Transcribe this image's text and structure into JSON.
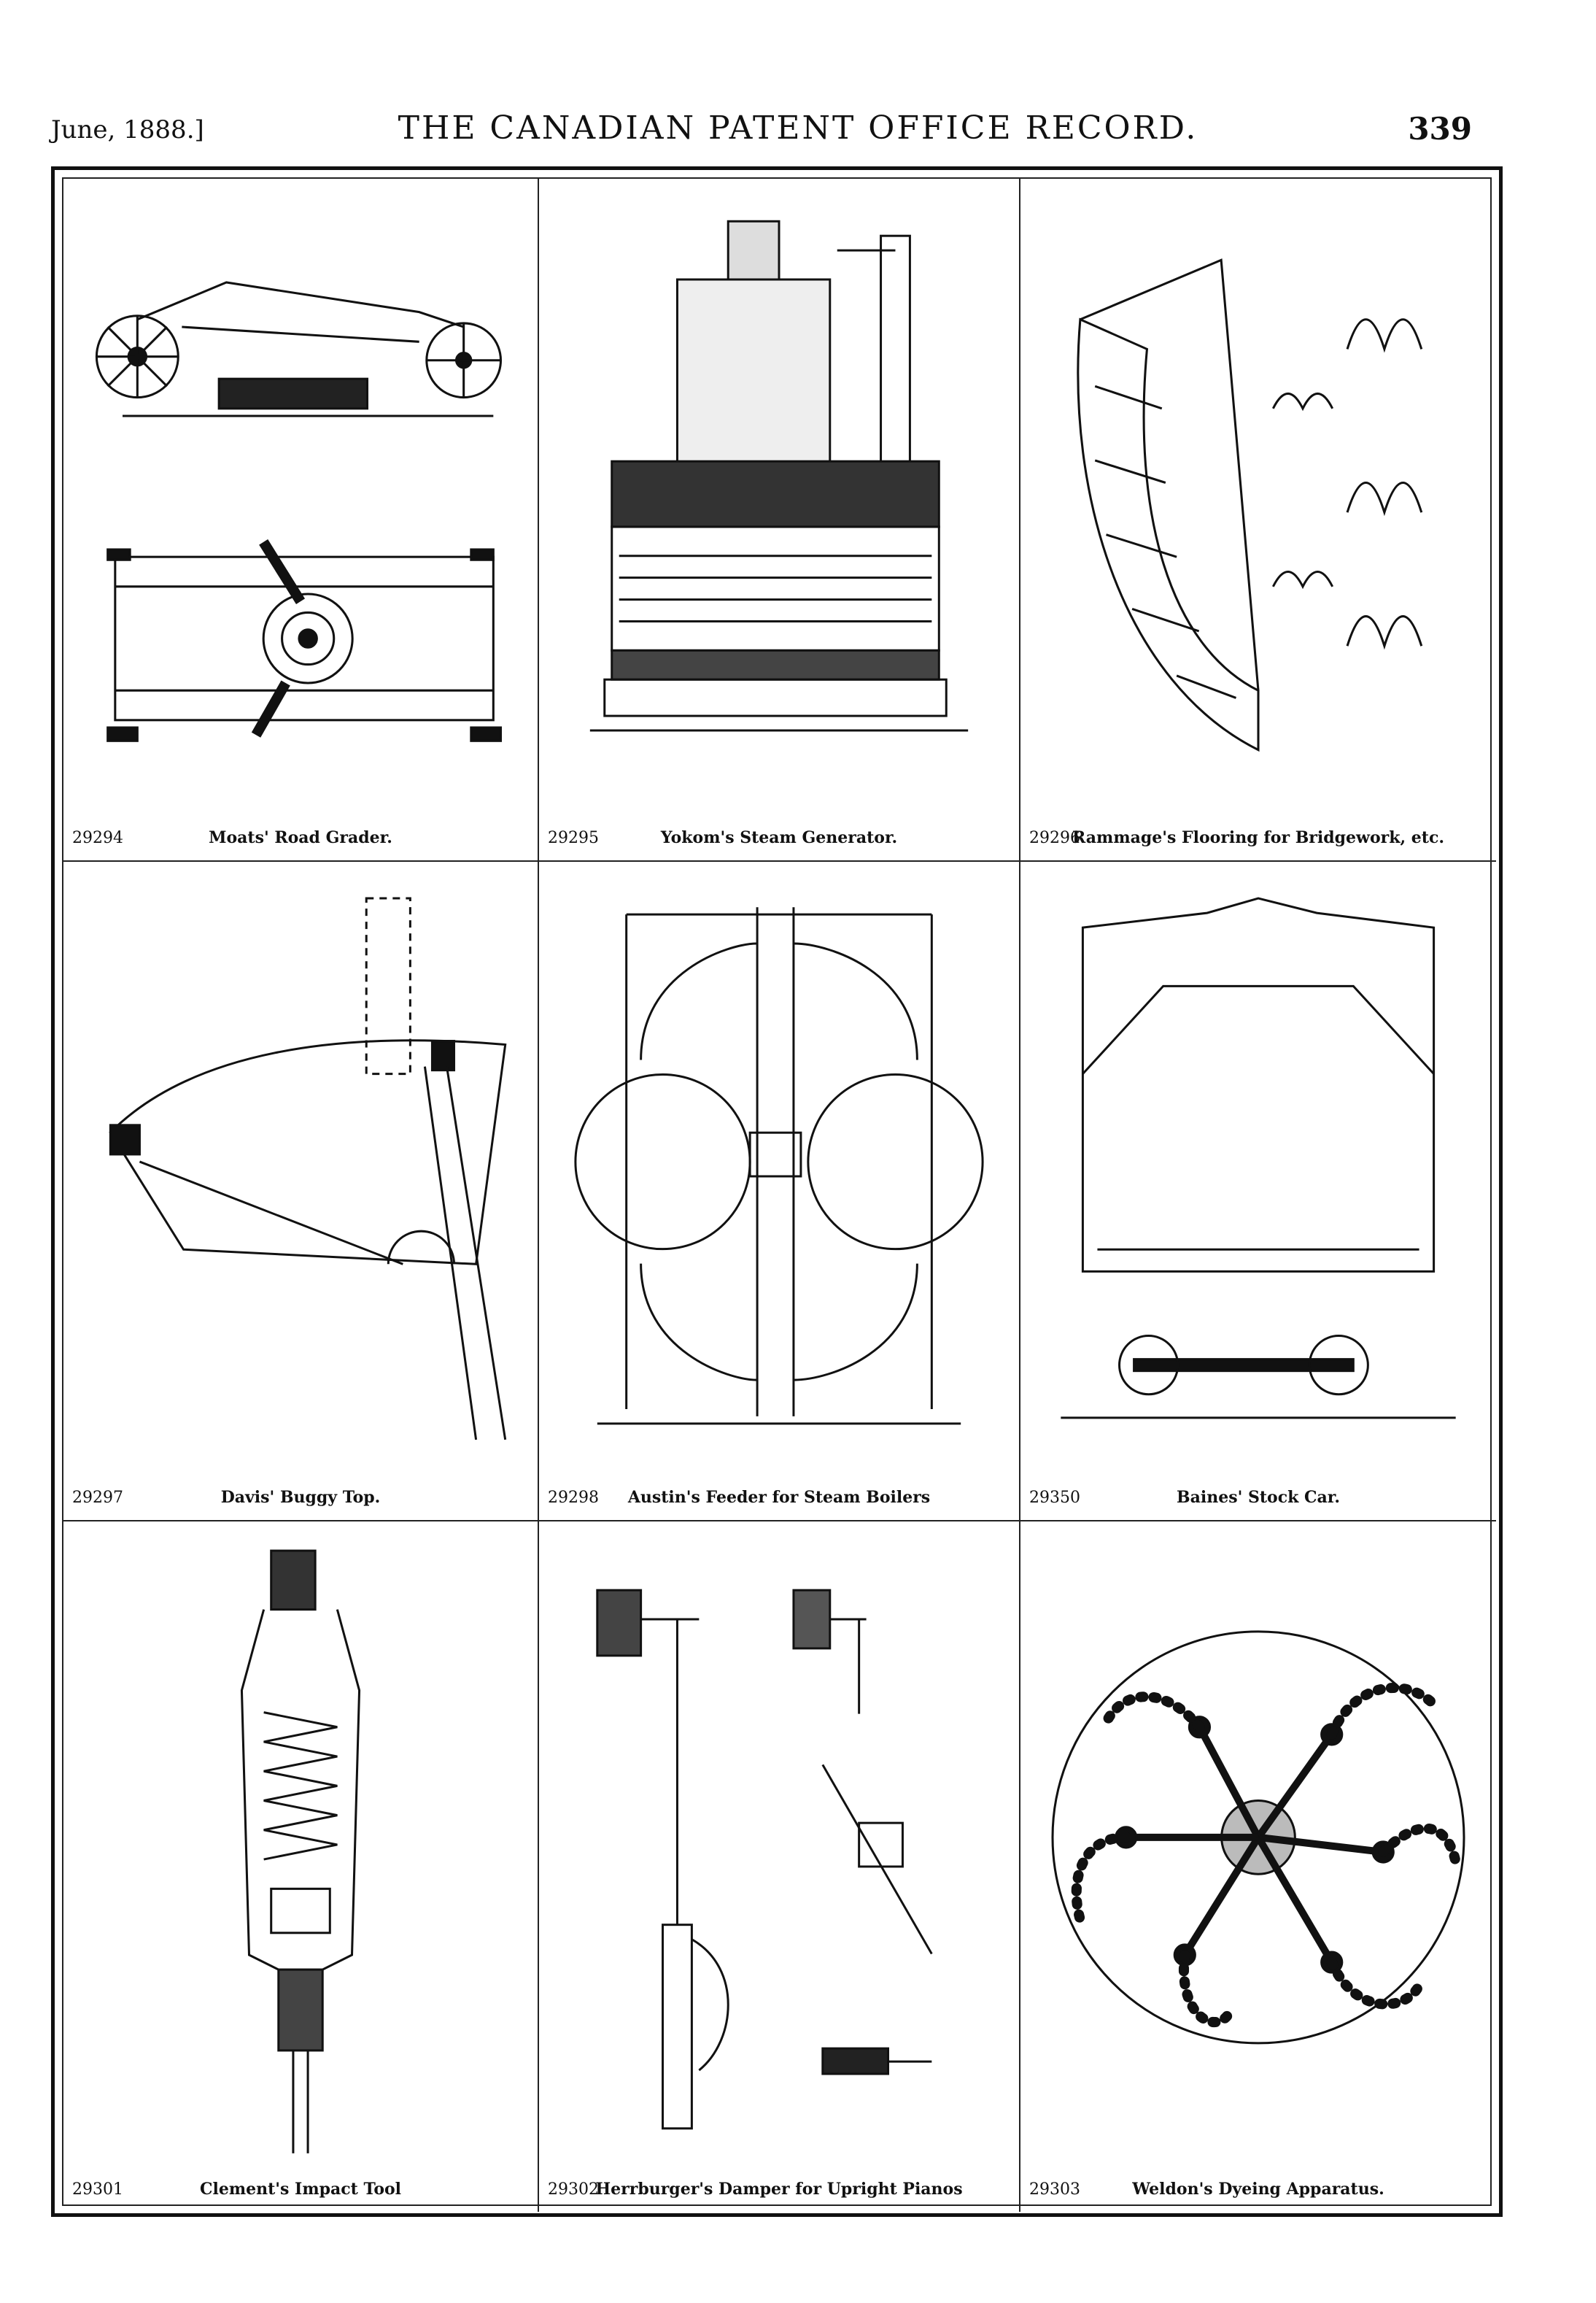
{
  "header": {
    "date": "June, 1888.]",
    "title": "THE CANADIAN PATENT OFFICE RECORD.",
    "page_number": "339"
  },
  "figures": [
    {
      "number": "29294",
      "title": "Moats' Road Grader."
    },
    {
      "number": "29295",
      "title": "Yokom's Steam Generator."
    },
    {
      "number": "29296",
      "title": "Rammage's Flooring for Bridgework, etc."
    },
    {
      "number": "29297",
      "title": "Davis' Buggy Top."
    },
    {
      "number": "29298",
      "title": "Austin's Feeder for Steam Boilers"
    },
    {
      "number": "29350",
      "title": "Baines' Stock Car."
    },
    {
      "number": "29301",
      "title": "Clement's Impact Tool"
    },
    {
      "number": "29302",
      "title": "Herrburger's Damper for Upright Pianos"
    },
    {
      "number": "29303",
      "title": "Weldon's Dyeing Apparatus."
    }
  ]
}
